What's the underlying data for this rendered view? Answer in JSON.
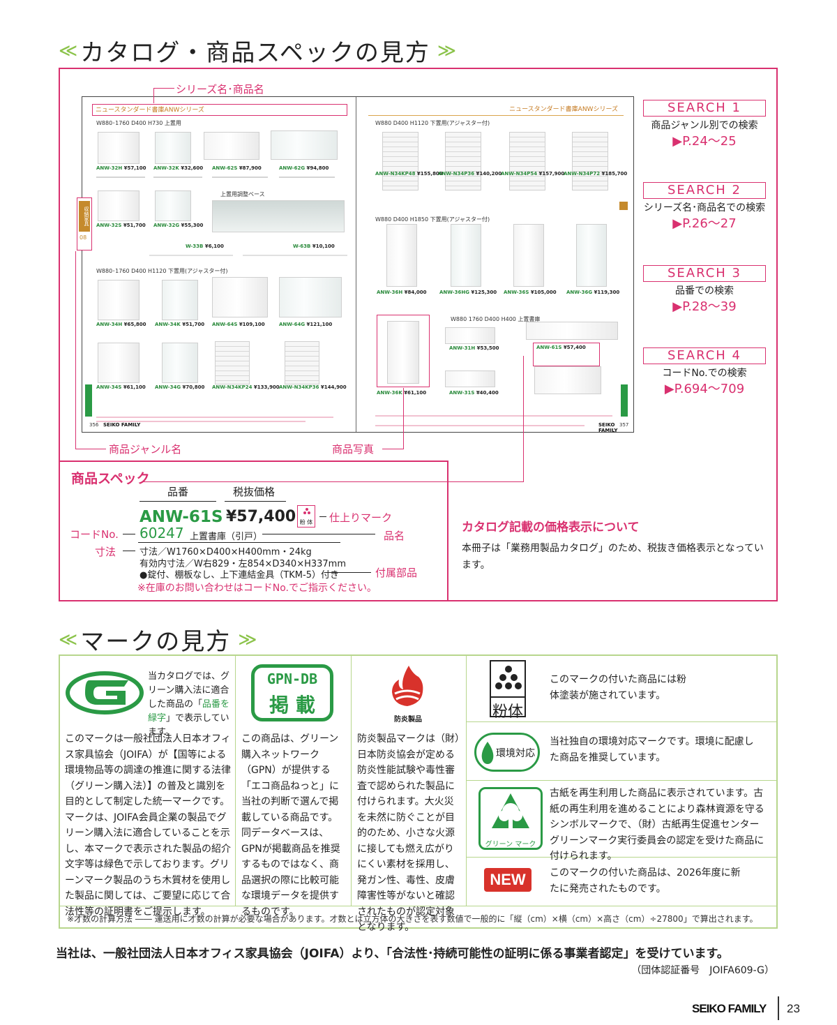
{
  "headings": {
    "catalog": "カタログ・商品スペックの見方",
    "marks": "マークの見方",
    "deco_left": "≪",
    "deco_right": "≫"
  },
  "spread": {
    "runhead_left": "ニュースタンダード書庫ANWシリーズ",
    "runhead_right": "ニュースタンダード書庫ANWシリーズ",
    "sections": [
      "W880･1760 D400 H730 上置用",
      "W880･1760 D400 H1120 下置用(アジャスター付)",
      "W880 D400 H1120 下置用(アジャスター付)",
      "W880 D400 H1850 下置用(アジャスター付)",
      "W880 1760 D400 H400 上置書庫",
      "上置用調整ベース"
    ],
    "products_left": [
      {
        "code": "ANW-32H",
        "price": "¥57,100"
      },
      {
        "code": "ANW-32K",
        "price": "¥32,600"
      },
      {
        "code": "ANW-62S",
        "price": "¥87,900"
      },
      {
        "code": "ANW-62G",
        "price": "¥94,800"
      },
      {
        "code": "ANW-32S",
        "price": "¥51,700"
      },
      {
        "code": "ANW-32G",
        "price": "¥55,300"
      },
      {
        "code": "W-33B",
        "price": "¥6,100"
      },
      {
        "code": "W-63B",
        "price": "¥10,100"
      },
      {
        "code": "ANW-34H",
        "price": "¥65,800"
      },
      {
        "code": "ANW-34K",
        "price": "¥51,700"
      },
      {
        "code": "ANW-64S",
        "price": "¥109,100"
      },
      {
        "code": "ANW-64G",
        "price": "¥121,100"
      },
      {
        "code": "ANW-34S",
        "price": "¥61,100"
      },
      {
        "code": "ANW-34G",
        "price": "¥70,800"
      },
      {
        "code": "ANW-N34KP24",
        "price": "¥133,900"
      },
      {
        "code": "ANW-N34KP36",
        "price": "¥144,900"
      }
    ],
    "products_right": [
      {
        "code": "ANW-N34KP48",
        "price": "¥155,800"
      },
      {
        "code": "ANW-N34P36",
        "price": "¥140,200"
      },
      {
        "code": "ANW-N34P54",
        "price": "¥157,900"
      },
      {
        "code": "ANW-N34P72",
        "price": "¥185,700"
      },
      {
        "code": "ANW-36H",
        "price": "¥84,000"
      },
      {
        "code": "ANW-36HG",
        "price": "¥125,300"
      },
      {
        "code": "ANW-36S",
        "price": "¥105,000"
      },
      {
        "code": "ANW-36G",
        "price": "¥119,300"
      },
      {
        "code": "ANW-36K",
        "price": "¥61,100"
      },
      {
        "code": "ANW-31H",
        "price": "¥53,500"
      },
      {
        "code": "ANW-31S",
        "price": "¥40,400"
      },
      {
        "code": "ANW-61S",
        "price": "¥57,400"
      }
    ],
    "page_left": "356",
    "page_right": "357",
    "brand": "SEIKO FAMILY",
    "genre_tab": "収納家具",
    "genre_num": "08"
  },
  "callouts": {
    "series_name": "シリーズ名･商品名",
    "genre_name": "商品ジャンル名",
    "photo": "商品写真"
  },
  "search": [
    {
      "badge": "SEARCH 1",
      "desc": "商品ジャンル別での検索",
      "page": "▶P.24〜25"
    },
    {
      "badge": "SEARCH 2",
      "desc": "シリーズ名･商品名での検索",
      "page": "▶P.26〜27"
    },
    {
      "badge": "SEARCH 3",
      "desc": "品番での検索",
      "page": "▶P.28〜39"
    },
    {
      "badge": "SEARCH 4",
      "desc": "コードNo.での検索",
      "page": "▶P.694〜709"
    }
  ],
  "spec": {
    "title": "商品スペック",
    "label_hinban": "品番",
    "label_price": "税抜価格",
    "code": "ANW-61S",
    "price": "¥57,400",
    "finish_mark": "粉 体",
    "label_finish": "仕上りマーク",
    "label_codeno": "コードNo.",
    "codeno": "60247",
    "name": "上置書庫（引戸）",
    "label_name": "品名",
    "label_dims": "寸法",
    "dims_1": "寸法／W1760×D400×H400mm・24kg",
    "dims_2": "有効内寸法／W右829・左854×D340×H337mm",
    "dims_3": "●錠付、棚板なし、上下連結金具（TKM-5）付き",
    "label_accessory": "付属部品",
    "note": "※在庫のお問い合わせはコードNo.でご指示ください。"
  },
  "price_note": {
    "title": "カタログ記載の価格表示について",
    "body": "本冊子は「業務用製品カタログ」のため、税抜き価格表示となっています。"
  },
  "marks": {
    "green_short": "当カタログでは、グリーン購入法に適合した商品の「品番を緑字」で表示しています。",
    "green_highlight": "品番を緑字",
    "green_long": "このマークは一般社団法人日本オフィス家具協会（JOIFA）が【国等による環境物品等の調達の推進に関する法律（グリーン購入法）】の普及と識別を目的として制定した統一マークです。マークは、JOIFA会員企業の製品でグリーン購入法に適合していることを示し、本マークで表示された製品の紹介文字等は緑色で示しております。グリーンマーク製品のうち木質材を使用した製品に関しては、ご要望に応じて合法性等の証明書をご提示します。",
    "gpn_title": "GPN-DB",
    "gpn_sub": "掲 載",
    "gpn_text": "この商品は、グリーン購入ネットワーク（GPN）が提供する「エコ商品ねっと」に当社の判断で選んで掲載している商品です。同データベースは、GPNが掲載商品を推奨するものではなく、商品選択の際に比較可能な環境データを提供するものです。",
    "fire_label": "防炎製品",
    "fire_text": "防炎製品マークは（財）日本防炎協会が定める防炎性能試験や毒性審査で認められた製品に付けられます。大火災を未然に防ぐことが目的のため、小さな火源に接しても燃え広がりにくい素材を採用し、発ガン性、毒性、皮膚障害性等がないと確認されたものが認定対象となります。",
    "powder_label": "粉体",
    "powder_text": "このマークの付いた商品には粉体塗装が施されています。",
    "eco_label": "環境対応",
    "eco_text": "当社独自の環境対応マークです。環境に配慮した商品を推奨しています。",
    "greenmark_label": "グリーン マーク",
    "greenmark_text": "古紙を再生利用した商品に表示されています。古紙の再生利用を進めることにより森林資源を守るシンボルマークで、（財）古紙再生促進センターグリーンマーク実行委員会の認定を受けた商品に付けられます。",
    "new_label": "NEW",
    "new_text": "このマークの付いた商品は、2026年度に新たに発売されたものです。"
  },
  "footnote": "※才数の計算方法 ―― 運送用に才数の計算が必要な場合があります。才数とは立方体の大きさを表す数値で一般的に「縦（cm）×横（cm）×高さ（cm）÷27800」で算出されます。",
  "certification": "当社は、一般社団法人日本オフィス家具協会（JOIFA）より、「合法性･持続可能性の証明に係る事業者認定」を受けています。",
  "certification_no": "（団体認証番号　JOIFA609-G）",
  "footer": {
    "brand": "SEIKO FAMILY",
    "page": "23"
  },
  "colors": {
    "accent": "#d9306f",
    "green": "#2a9a45",
    "frame_green": "#b7d68c",
    "fire": "#d8322b"
  }
}
